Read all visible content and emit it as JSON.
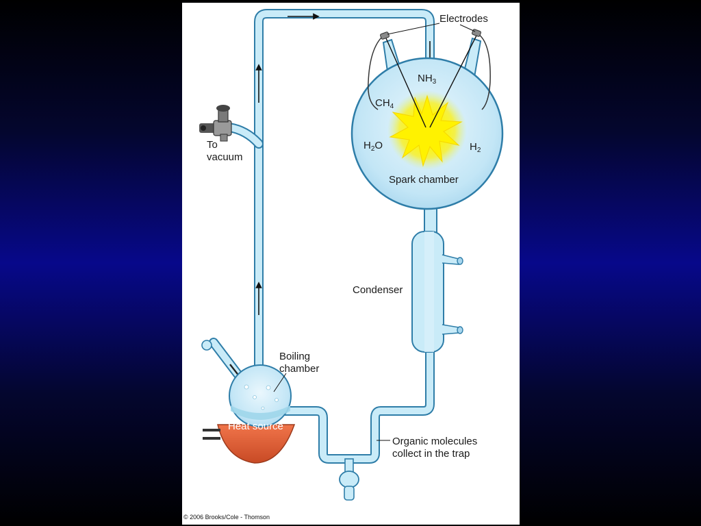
{
  "labels": {
    "electrodes": "Electrodes",
    "nh3": {
      "base": "NH",
      "sub": "3"
    },
    "ch4": {
      "base": "CH",
      "sub": "4"
    },
    "h2o": {
      "base": "H",
      "sub": "2",
      "tail": "O"
    },
    "h2": {
      "base": "H",
      "sub": "2"
    },
    "spark_chamber": "Spark chamber",
    "to_vacuum": "To\nvacuum",
    "condenser": "Condenser",
    "boiling_chamber": "Boiling\nchamber",
    "heat_source": "Heat source",
    "organic_molecules": "Organic molecules\ncollect in the trap"
  },
  "copyright": "© 2006 Brooks/Cole - Thomson",
  "colors": {
    "glass": "#bde3f4",
    "glass_edge": "#2e7da8",
    "heat": "#e2603a",
    "spark_core": "#fff200",
    "background_mid": "#07088a"
  }
}
